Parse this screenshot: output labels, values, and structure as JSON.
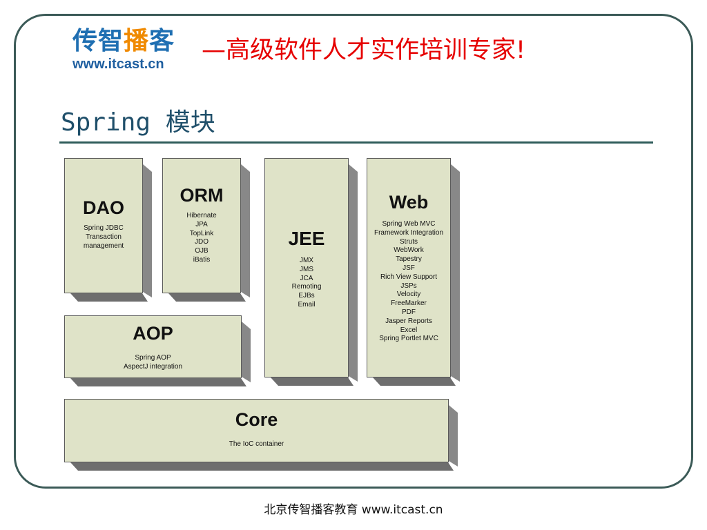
{
  "header": {
    "logo_part1": "传智",
    "logo_part2": "播",
    "logo_part3": "客",
    "logo_url": "www.itcast.cn",
    "slogan": "—高级软件人才实作培训专家!"
  },
  "slide": {
    "title": "Spring 模块"
  },
  "modules": {
    "dao": {
      "title": "DAO",
      "items": [
        "Spring JDBC",
        "Transaction",
        "management"
      ]
    },
    "orm": {
      "title": "ORM",
      "items": [
        "Hibernate",
        "JPA",
        "TopLink",
        "JDO",
        "OJB",
        "iBatis"
      ]
    },
    "jee": {
      "title": "JEE",
      "items": [
        "JMX",
        "JMS",
        "JCA",
        "Remoting",
        "EJBs",
        "Email"
      ]
    },
    "web": {
      "title": "Web",
      "items": [
        "Spring Web MVC",
        "Framework Integration",
        "Struts",
        "WebWork",
        "Tapestry",
        "JSF",
        "Rich View Support",
        "JSPs",
        "Velocity",
        "FreeMarker",
        "PDF",
        "Jasper Reports",
        "Excel",
        "Spring Portlet MVC"
      ]
    },
    "aop": {
      "title": "AOP",
      "items": [
        "Spring AOP",
        "AspectJ integration"
      ]
    },
    "core": {
      "title": "Core",
      "items": [
        "The IoC container"
      ]
    }
  },
  "footer": {
    "text": "北京传智播客教育 www.itcast.cn"
  },
  "colors": {
    "frame": "#3b5a57",
    "slogan": "#e60000",
    "logo_blue": "#1f6fb2",
    "logo_orange": "#f08a00",
    "box_fill": "#dfe3c8"
  }
}
